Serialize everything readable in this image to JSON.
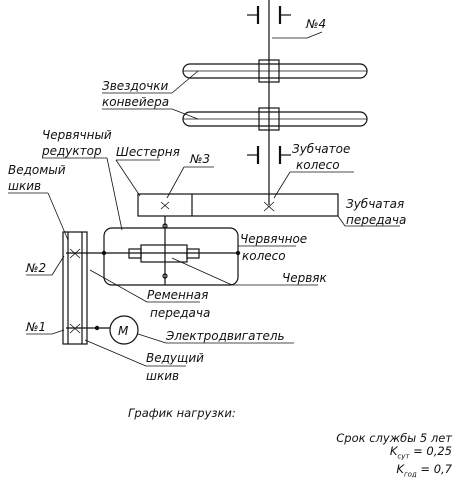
{
  "labels": {
    "n4": "№4",
    "conveyor_line1": "Звездочки",
    "conveyor_line2": "конвейера",
    "worm_reducer_line1": "Червячный",
    "worm_reducer_line2": "редуктор",
    "pinion": "Шестерня",
    "n3": "№3",
    "gear_wheel_line1": "Зубчатое",
    "gear_wheel_line2": "колесо",
    "driven_pulley_line1": "Ведомый",
    "driven_pulley_line2": "шкив",
    "gear_drive_line1": "Зубчатая",
    "gear_drive_line2": "передача",
    "worm_wheel_line1": "Червячное",
    "worm_wheel_line2": "колесо",
    "n2": "№2",
    "worm": "Червяк",
    "belt_drive_line1": "Ременная",
    "belt_drive_line2": "передача",
    "n1": "№1",
    "motor_letter": "M",
    "motor": "Электродвигатель",
    "driving_pulley_line1": "Ведущий",
    "driving_pulley_line2": "шкив"
  },
  "load_chart_title": "График нагрузки:",
  "service": {
    "life": "Срок службы 5 лет",
    "k_day_symbol": "K",
    "k_day_sub": "сут",
    "k_day_value": "= 0,25",
    "k_year_symbol": "K",
    "k_year_sub": "год",
    "k_year_value": "= 0,7"
  }
}
